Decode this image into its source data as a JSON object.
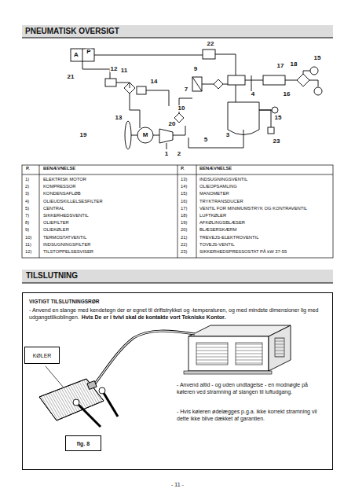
{
  "diagram": {
    "title": "PNEUMATISK OVERSIGT",
    "nodes": [
      {
        "text": [
          "VIGTIGT TILSLUTNINGSRØR",
          "- Anvend en slange med kendetegn der er egnet til driftstrykket og -temperaturen, og med mindste dimensioner lig med udgangstilkoblingen.",
          "Hvis De er i tvivl skal de kontakte vort Tekniske Kontor.",
          "- Anvend altid - og uden undtagelse - en modnøgle på køleren ved stramning af slangen til luftudgang.",
          "- Hvis køleren ødelægges p.g.a. ikke korrekt stramning vil dette ikke blive dækket af garantien."
        ]
      },
      {
        "text": [
          "KØLER"
        ],
        "in": 0
      },
      {
        "text": [
          "fig. 8"
        ],
        "in": 0
      }
    ],
    "labels": [
      "TILSLUTNING",
      "A",
      "P",
      "21",
      "12",
      "11",
      "22",
      "17",
      "18",
      "15",
      "14",
      "9",
      "7",
      "4",
      "16",
      "10",
      "15",
      "13",
      "20",
      "19",
      "M",
      "5",
      "3",
      "23",
      "1",
      "2",
      "P.",
      "BENÆVNELSE",
      "P.",
      "BENÆVNELSE",
      "1)",
      "ELEKTRISK MOTOR",
      "2)",
      "KOMPRESSOR",
      "3)",
      "KONDENSAFLØB",
      "4)",
      "OLIEUDSKILLELSESFILTER",
      "5)",
      "CENTRAL",
      "7)",
      "SIKKERHEDSVENTIL",
      "8)",
      "OLIEFILTER",
      "9)",
      "OLIEKØLER",
      "10)",
      "TERMOSTATVENTIL",
      "11)",
      "INDSUGNINGSFILTER",
      "12)",
      "TILSTOPPELSESVISER",
      "13)",
      "INDSUGNINGSVENTIL",
      "14)",
      "OLIEOPSAMLING",
      "15)",
      "MANOMETER",
      "16)",
      "TRYKTRANSDUCER",
      "17)",
      "VENTIL FOR MINIMUMSTRYK OG KONTRAVENTIL",
      "18)",
      "LUFTKØLER",
      "19)",
      "AFKØLINGSBLÆSER",
      "20)",
      "BLÆSERSKÆRM",
      "21)",
      "TREVEJS-ELEKTROVENTIL",
      "22)",
      "TOVEJS-VENTIL",
      "23)",
      "SIKKERHEDSPRESSOSTAT PÅ kW 37-55",
      "- 11 -"
    ]
  }
}
